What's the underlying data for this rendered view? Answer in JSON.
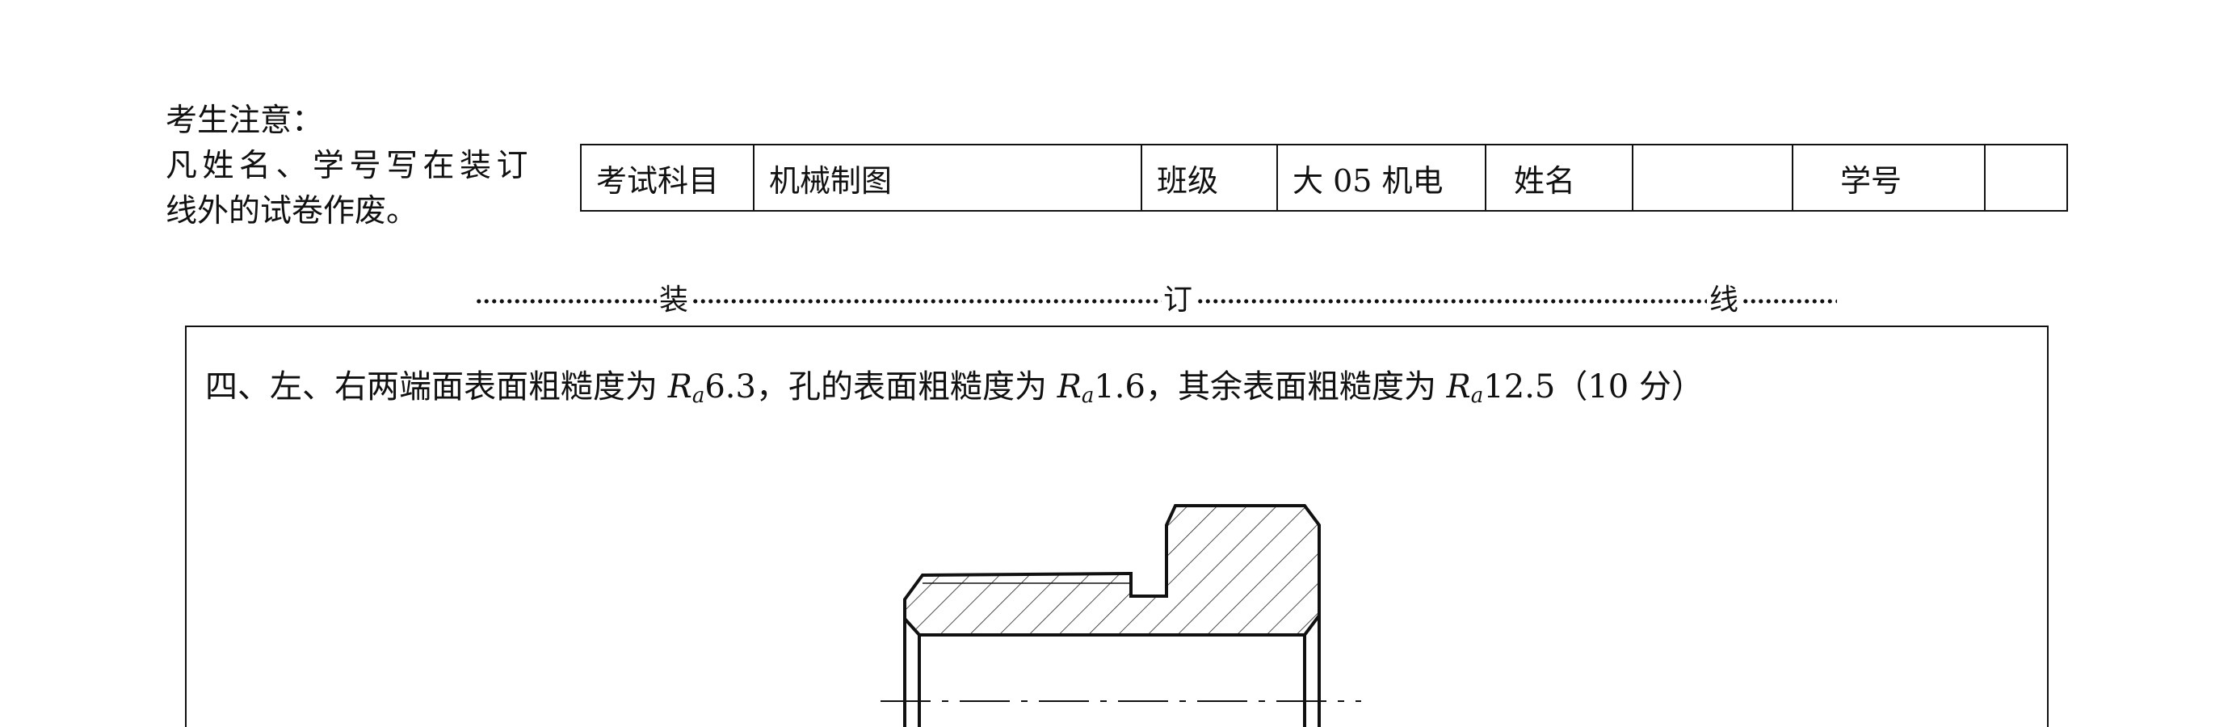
{
  "notice": {
    "title": "考生注意：",
    "line1": "凡姓名、学号写在装订",
    "line2": "线外的试卷作废。"
  },
  "info_table": {
    "subject_label": "考试科目",
    "subject_value": "机械制图",
    "class_label": "班级",
    "class_value": "大 05 机电",
    "name_label": "姓名",
    "name_value": "",
    "id_label": "学号",
    "id_value": ""
  },
  "binding_line": {
    "char1": "装",
    "char2": "订",
    "char3": "线"
  },
  "question": {
    "part1": "四、左、右两端面表面粗糙度为 ",
    "ra1_symbol": "R",
    "ra1_sub": "a",
    "ra1_value": "6.3，孔的表面粗糙度为 ",
    "ra2_symbol": "R",
    "ra2_sub": "a",
    "ra2_value": "1.6，其余表面粗糙度为 ",
    "ra3_symbol": "R",
    "ra3_sub": "a",
    "ra3_value": "12.5（10 分）"
  }
}
